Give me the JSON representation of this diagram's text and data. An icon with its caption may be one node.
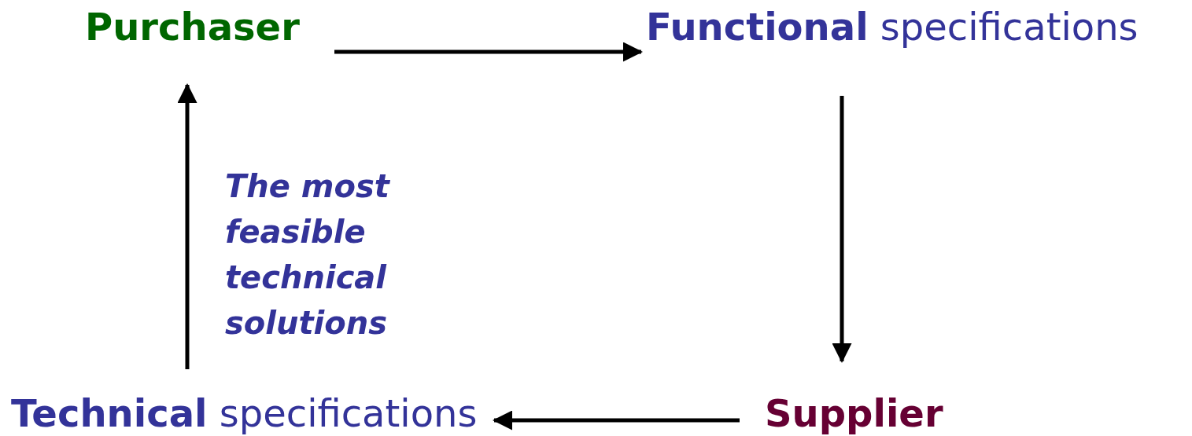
{
  "diagram": {
    "nodes": [
      {
        "text": [
          "Purchaser"
        ]
      },
      {
        "text": [
          "**Functional** specifications"
        ]
      },
      {
        "text": [
          "Supplier"
        ]
      },
      {
        "text": [
          "**Technical** specifications"
        ]
      }
    ],
    "edges": [
      {
        "from": 0,
        "to": 1,
        "arrow": "to"
      },
      {
        "from": 1,
        "to": 2,
        "arrow": "to"
      },
      {
        "from": 2,
        "to": 3,
        "arrow": "to"
      },
      {
        "from": 3,
        "to": 0,
        "arrow": "to",
        "label": "The most feasible technical solutions"
      }
    ]
  }
}
